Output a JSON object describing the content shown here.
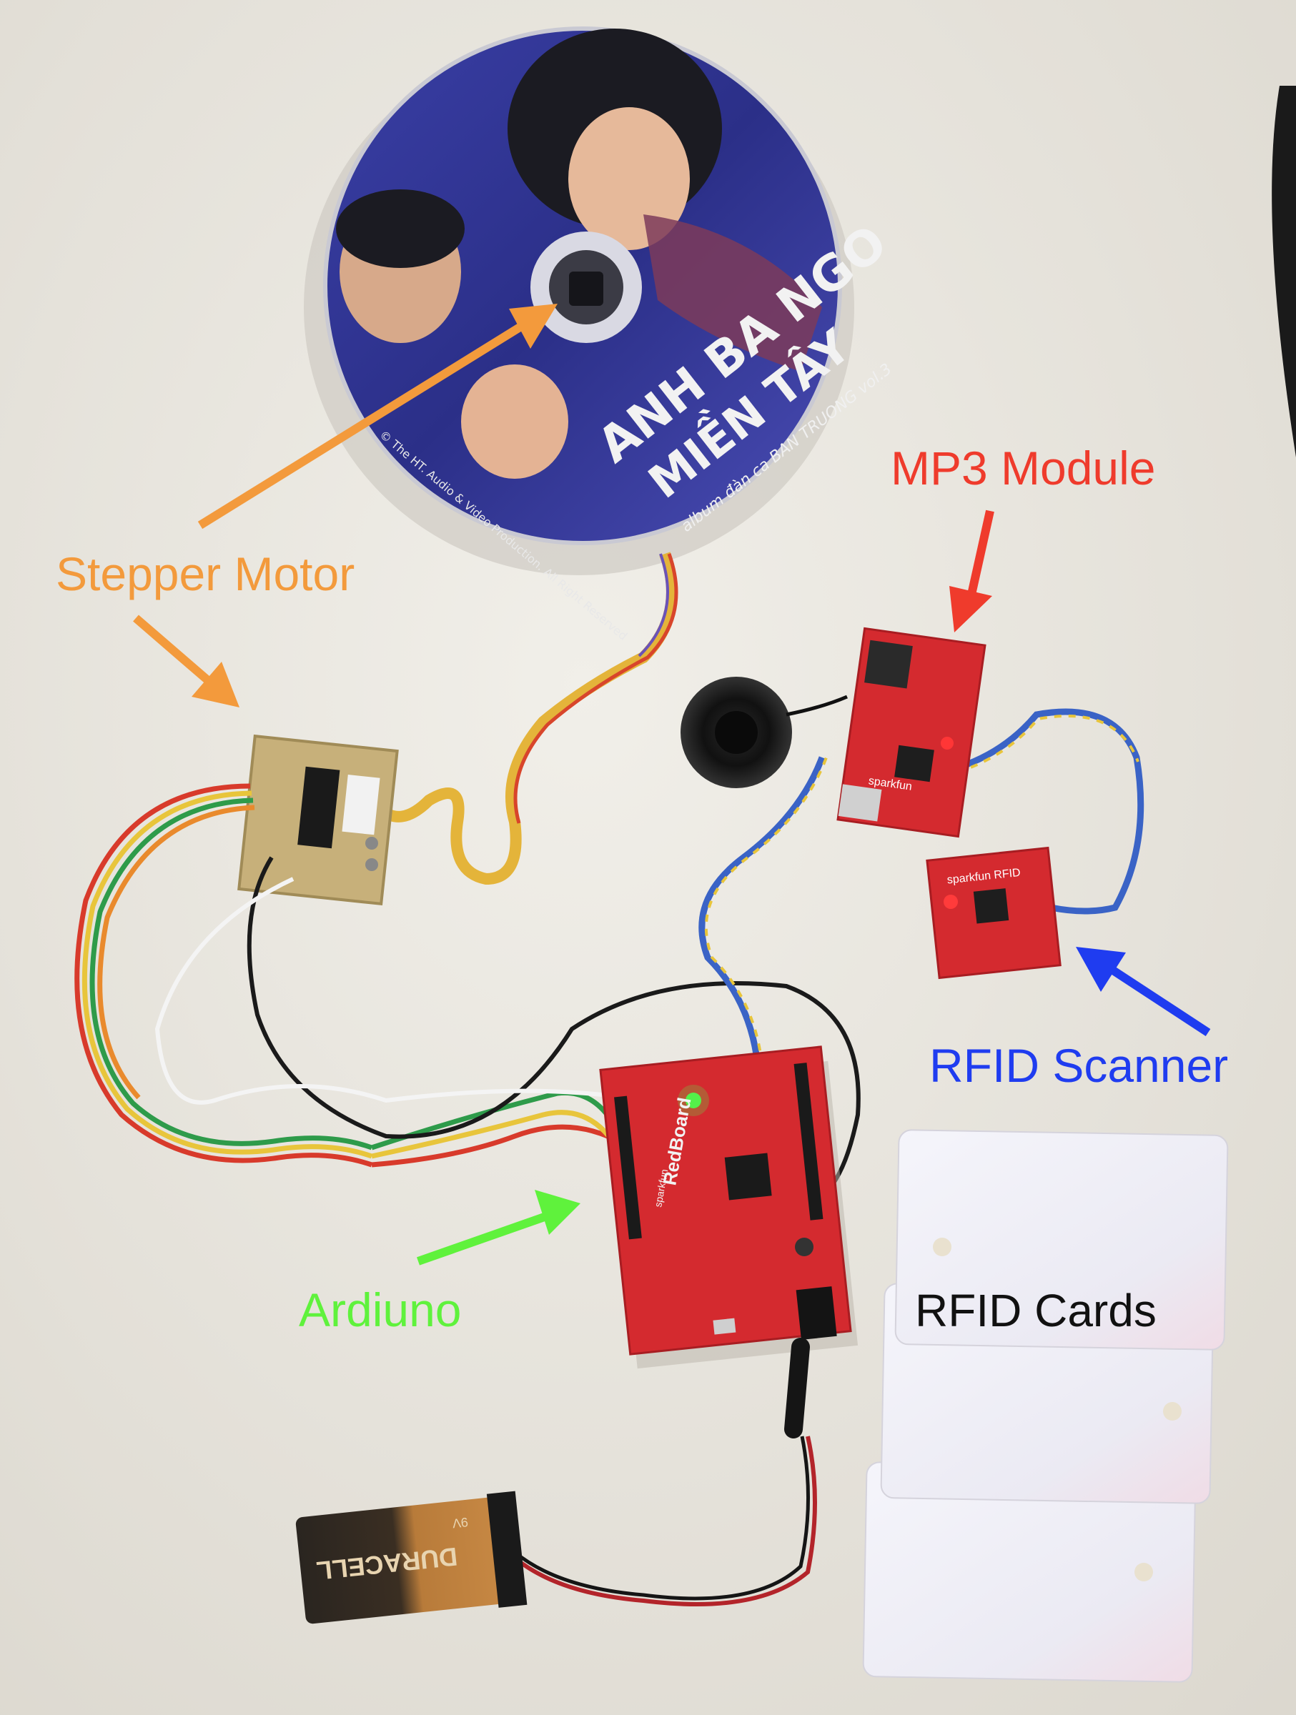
{
  "labels": {
    "stepper_motor": "Stepper Motor",
    "mp3_module": "MP3 Module",
    "rfid_scanner": "RFID Scanner",
    "arduino": "Ardiuno",
    "rfid_cards": "RFID Cards"
  },
  "cd": {
    "title_line1": "ANH BA NGO",
    "title_line2": "MIỀN TÂY",
    "subtitle": "album đàn ca BAN TRUONG vol.3",
    "copyright": "© The HT. Audio & Video Production. All Right Reserved"
  },
  "battery": {
    "brand": "DURACELL",
    "voltage": "9V"
  },
  "boards": {
    "arduino_name": "RedBoard",
    "arduino_brand": "sparkfun",
    "mp3_brand": "sparkfun",
    "rfid_brand": "sparkfun RFID"
  },
  "colors": {
    "stepper_label": "#f39a3c",
    "mp3_label": "#ef3b2c",
    "rfid_label": "#1f3cf0",
    "arduino_label": "#5ff23c",
    "cards_label": "#111111",
    "board_red": "#d42a2f",
    "background": "#e9e6df"
  },
  "icons": {
    "stepper_arrow": "arrow-icon",
    "mp3_arrow": "arrow-icon",
    "rfid_arrow": "arrow-icon",
    "arduino_arrow": "arrow-icon"
  }
}
